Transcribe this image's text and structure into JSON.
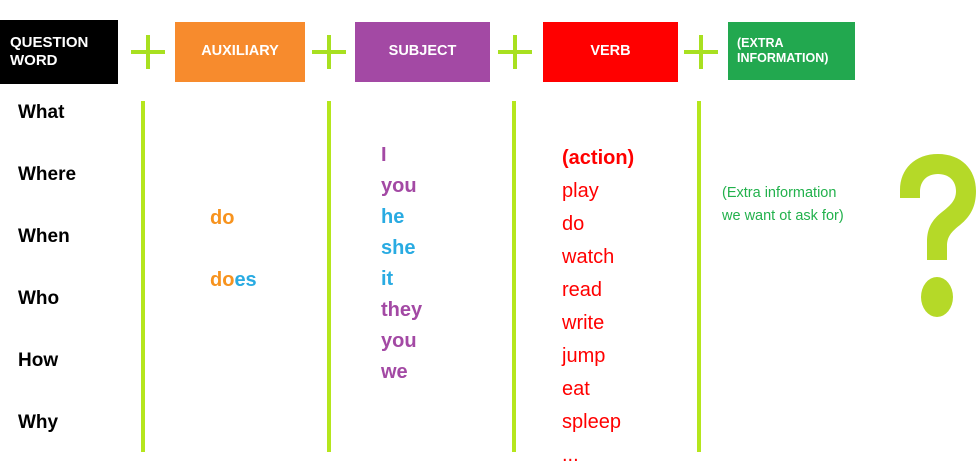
{
  "diagram": {
    "title": "English question structure formula",
    "colors": {
      "question_word_box": "#000000",
      "auxiliary_box": "#F78B2D",
      "subject_box": "#A349A4",
      "verb_box": "#FF0000",
      "extra_box": "#22A84F",
      "plus_sign": "#A8E020",
      "divider": "#B5E61D",
      "question_mark": "#B5D928",
      "subject_purple": "#A349A4",
      "subject_blue": "#29ABE2",
      "auxiliary_orange": "#F7931E",
      "auxiliary_blue": "#29ABE2",
      "verb_red": "#FF0000",
      "extra_green": "#22B14C"
    },
    "headers": [
      {
        "label": "QUESTION WORD",
        "line1": "QUESTION",
        "line2": "WORD"
      },
      {
        "label": "AUXILIARY"
      },
      {
        "label": "SUBJECT"
      },
      {
        "label": "VERB"
      },
      {
        "label": "(EXTRA INFORMATION)",
        "line1": "(EXTRA",
        "line2": "INFORMATION)"
      }
    ],
    "operators": [
      {
        "symbol": "+",
        "name": "plus-1"
      },
      {
        "symbol": "+",
        "name": "plus-2"
      },
      {
        "symbol": "+",
        "name": "plus-3"
      },
      {
        "symbol": "+",
        "name": "plus-4"
      }
    ],
    "columns": {
      "question_words": {
        "items": [
          {
            "text": "What"
          },
          {
            "text": "Where"
          },
          {
            "text": "When"
          },
          {
            "text": "Who"
          },
          {
            "text": "How"
          },
          {
            "text": "Why"
          }
        ]
      },
      "auxiliaries": {
        "items": [
          {
            "text": "do",
            "part1": "do",
            "part2": ""
          },
          {
            "text": "does",
            "part1": "do",
            "part2": "es"
          }
        ]
      },
      "subjects": {
        "items": [
          {
            "text": "I",
            "color": "purple"
          },
          {
            "text": "you",
            "color": "purple"
          },
          {
            "text": "he",
            "color": "blue"
          },
          {
            "text": "she",
            "color": "blue"
          },
          {
            "text": "it",
            "color": "blue"
          },
          {
            "text": "they",
            "color": "purple"
          },
          {
            "text": "you",
            "color": "purple"
          },
          {
            "text": "we",
            "color": "purple"
          }
        ]
      },
      "verbs": {
        "items": [
          {
            "text": "(action)",
            "bold": true
          },
          {
            "text": "play",
            "bold": false
          },
          {
            "text": "do",
            "bold": false
          },
          {
            "text": "watch",
            "bold": false
          },
          {
            "text": "read",
            "bold": false
          },
          {
            "text": "write",
            "bold": false
          },
          {
            "text": "jump",
            "bold": false
          },
          {
            "text": "eat",
            "bold": false
          },
          {
            "text": "spleep",
            "bold": false
          },
          {
            "text": "...",
            "bold": false
          }
        ]
      },
      "extra_information": {
        "line1": "(Extra information",
        "line2": "we want ot ask for)"
      }
    },
    "question_mark": {
      "glyph": "?"
    }
  }
}
